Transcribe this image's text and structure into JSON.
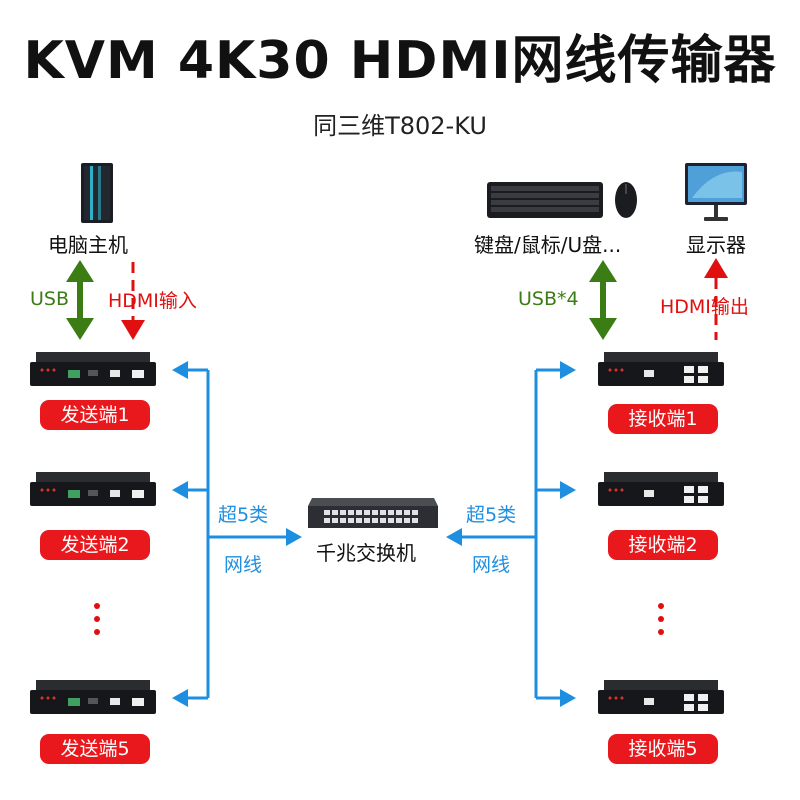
{
  "header": {
    "title": "KVM 4K30 HDMI网线传输器",
    "subtitle": "同三维T802-KU"
  },
  "left": {
    "host_label": "电脑主机",
    "usb_label": "USB",
    "hdmi_label": "HDMI输入",
    "senders": [
      "发送端1",
      "发送端2",
      "发送端5"
    ],
    "cable_label_top": "超5类",
    "cable_label_bottom": "网线"
  },
  "center": {
    "switch_label": "千兆交换机"
  },
  "right": {
    "peripherals_label": "键盘/鼠标/U盘...",
    "monitor_label": "显示器",
    "usb_label": "USB*4",
    "hdmi_label": "HDMI输出",
    "receivers": [
      "接收端1",
      "接收端2",
      "接收端5"
    ],
    "cable_label_top": "超5类",
    "cable_label_bottom": "网线"
  },
  "colors": {
    "badge": "#e8181c",
    "usb_arrow": "#3b7d14",
    "hdmi_arrow": "#e01010",
    "network_line": "#1e8fe0"
  }
}
